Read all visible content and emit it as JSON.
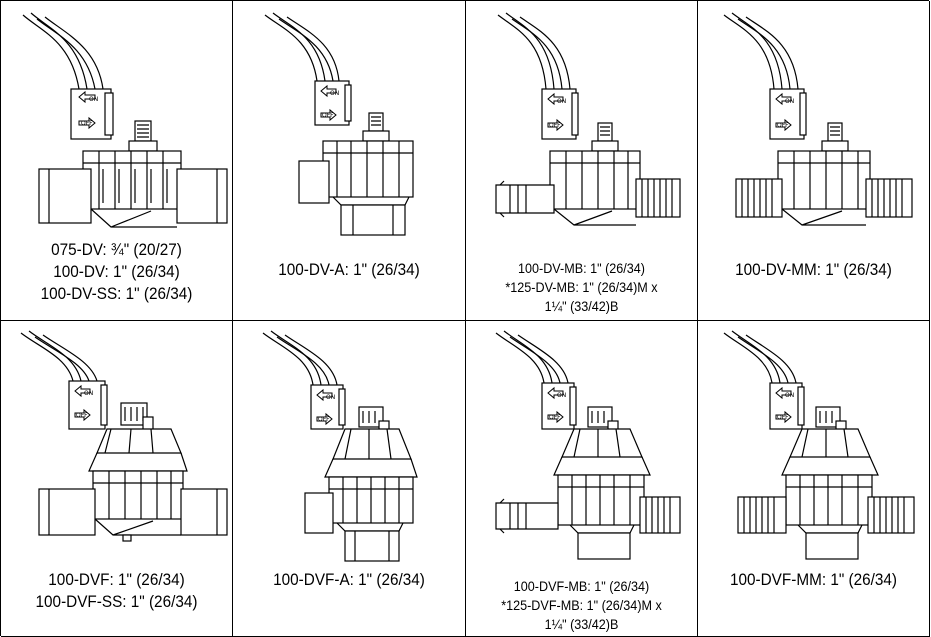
{
  "cells": [
    {
      "lines": [
        "075-DV: ¾\" (20/27)",
        "100-DV: 1\" (26/34)",
        "100-DV-SS: 1\" (26/34)"
      ],
      "on": "ON",
      "off": "OFF"
    },
    {
      "lines": [
        "100-DV-A: 1\" (26/34)"
      ],
      "on": "ON",
      "off": "OFF"
    },
    {
      "lines": [
        "100-DV-MB: 1\" (26/34)",
        "*125-DV-MB: 1\" (26/34)M x",
        "1¼\" (33/42)B"
      ],
      "on": "ON",
      "off": "OFF"
    },
    {
      "lines": [
        "100-DV-MM: 1\" (26/34)"
      ],
      "on": "ON",
      "off": "OFF"
    },
    {
      "lines": [
        "100-DVF: 1\" (26/34)",
        "100-DVF-SS: 1\" (26/34)"
      ],
      "on": "ON",
      "off": "OFF"
    },
    {
      "lines": [
        "100-DVF-A: 1\" (26/34)"
      ],
      "on": "ON",
      "off": "OFF"
    },
    {
      "lines": [
        "100-DVF-MB: 1\" (26/34)",
        "*125-DVF-MB: 1\" (26/34)M x",
        "1¼\" (33/42)B"
      ],
      "on": "ON",
      "off": "OFF"
    },
    {
      "lines": [
        "100-DVF-MM: 1\" (26/34)"
      ],
      "on": "ON",
      "off": "OFF"
    }
  ]
}
